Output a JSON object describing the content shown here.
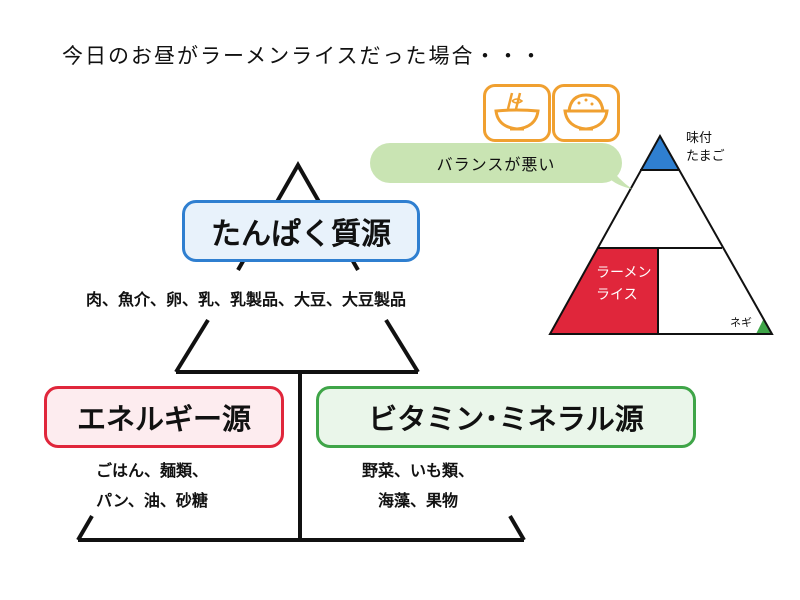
{
  "title": "今日のお昼がラーメンライスだった場合・・・",
  "pyramid": {
    "protein": {
      "label": "たんぱく質源",
      "foods": "肉、魚介、卵、乳、乳製品、大豆、大豆製品",
      "color": "#2f7fd0"
    },
    "energy": {
      "label": "エネルギー源",
      "foods_line1": "ごはん、麺類、",
      "foods_line2": "パン、油、砂糖",
      "color": "#e0263b"
    },
    "vitamin": {
      "label": "ビタミン･ミネラル源",
      "foods_line1": "野菜、いも類、",
      "foods_line2": "海藻、果物",
      "color": "#3fa548"
    }
  },
  "icons": [
    "ramen-bowl-icon",
    "rice-bowl-icon"
  ],
  "icon_border_color": "#f0a030",
  "speech_bubble": {
    "text": "バランスが悪い",
    "color": "#c9e4b3"
  },
  "mini_pyramid": {
    "top_label_line1": "味付",
    "top_label_line2": "たまご",
    "left_label_line1": "ラーメン",
    "left_label_line2": "ライス",
    "right_label": "ネギ",
    "fill_top": "#2f7fd0",
    "fill_left": "#e0263b",
    "fill_right": "#3fa548"
  }
}
